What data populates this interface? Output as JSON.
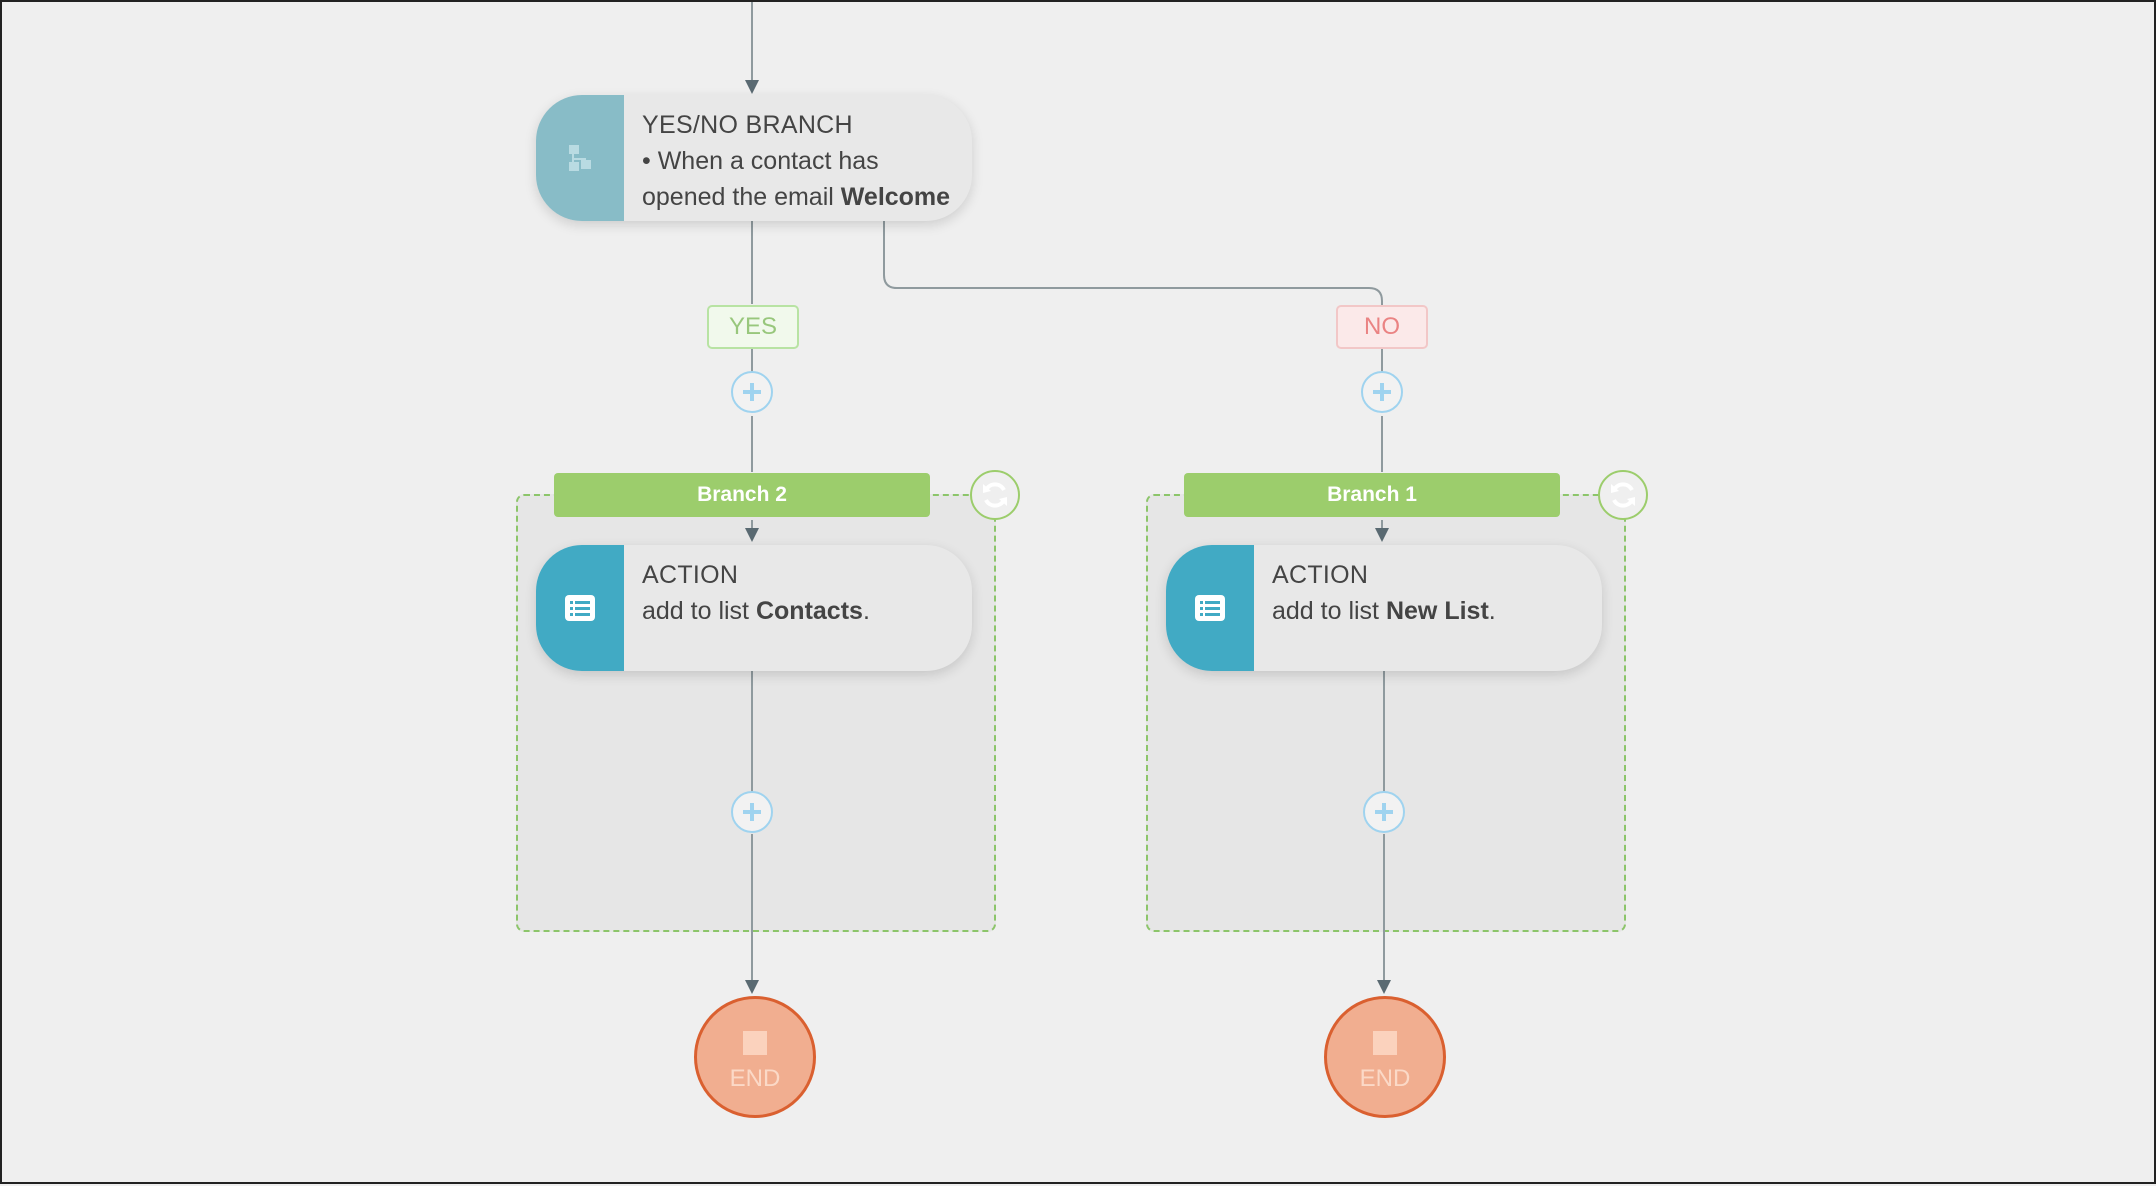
{
  "colors": {
    "canvas_bg": "#efefef",
    "connector": "#8f9a9e",
    "arrow": "#5a6a72",
    "branch_green": "#9ccd6c",
    "action_blue": "#41aac4",
    "condition_teal": "#88bcc7",
    "end_orange": "#f1ae90",
    "end_border": "#da6030"
  },
  "condition": {
    "icon": "sitemap-icon",
    "title": "YES/NO BRANCH",
    "text": "• When a contact has opened the email",
    "email_name": "Welcome"
  },
  "badges": {
    "yes": "YES",
    "no": "NO"
  },
  "branches": [
    {
      "label": "Branch 2",
      "action": {
        "icon": "list-icon",
        "title": "ACTION",
        "text": "add to list",
        "target": "Contacts",
        "suffix": "."
      },
      "end_label": "END"
    },
    {
      "label": "Branch 1",
      "action": {
        "icon": "list-icon",
        "title": "ACTION",
        "text": "add to list",
        "target": "New List",
        "suffix": "."
      },
      "end_label": "END"
    }
  ]
}
